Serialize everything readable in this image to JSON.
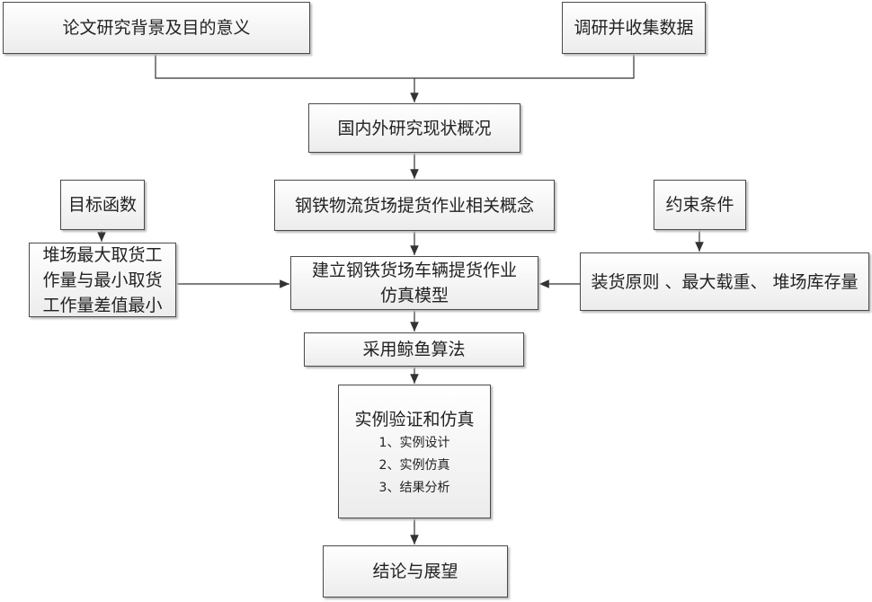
{
  "nodes": {
    "background": "论文研究背景及目的意义",
    "survey": "调研并收集数据",
    "status": "国内外研究现状概况",
    "concepts": "钢铁物流货场提货作业相关概念",
    "objective": "目标函数",
    "objective_detail": "堆场最大取货工作量与最小取货工作量差值最小",
    "model": "建立钢铁货场车辆提货作业仿真模型",
    "constraints": "约束条件",
    "constraints_detail": "装货原则 、最大载重、 堆场库存量",
    "algorithm": "采用鲸鱼算法",
    "validation": "实例验证和仿真",
    "validation_items": [
      "1、实例设计",
      "2、实例仿真",
      "3、结果分析"
    ],
    "conclusion": "结论与展望"
  }
}
